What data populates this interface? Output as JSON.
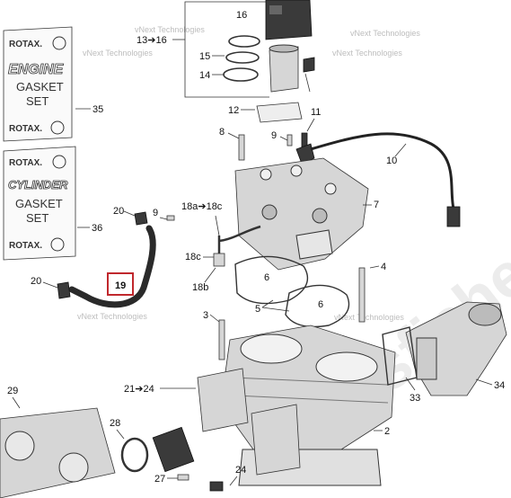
{
  "watermark_big": "partsfiche",
  "watermarks": [
    "vNext Technologies",
    "vNext Technologies",
    "vNext Technologies",
    "vNext Technologies",
    "vNext Technologies",
    "vNext Technologies"
  ],
  "kits": {
    "engine": {
      "brand": "ROTAX.",
      "word": "ENGINE",
      "line1": "GASKET",
      "line2": "SET",
      "number": "35"
    },
    "cylinder": {
      "brand": "ROTAX.",
      "word": "CYLINDER",
      "line1": "GASKET",
      "line2": "SET",
      "number": "36"
    }
  },
  "callouts": {
    "c16": "16",
    "c13_16": "13➔16",
    "c15": "15",
    "c14": "14",
    "c12": "12",
    "c11": "11",
    "c9a": "9",
    "c8": "8",
    "c10": "10",
    "c7": "7",
    "c20a": "20",
    "c9b": "9",
    "c18a_18c": "18a➔18c",
    "c18c": "18c",
    "c18b": "18b",
    "c6a": "6",
    "c5": "5",
    "c6b": "6",
    "c4": "4",
    "c20b": "20",
    "c19": "19",
    "c3": "3",
    "c33": "33",
    "c34": "34",
    "c29": "29",
    "c21_24": "21➔24",
    "c28": "28",
    "c2": "2",
    "c27": "27",
    "c24": "24"
  },
  "highlight": {
    "part": "19",
    "color": "#c0282d"
  }
}
